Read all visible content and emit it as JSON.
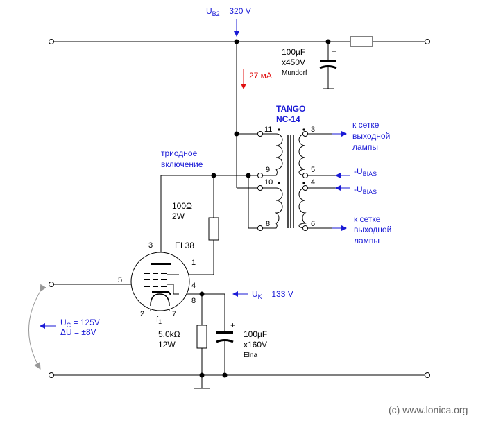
{
  "supply": {
    "voltage_label": "U",
    "voltage_sub": "B2",
    "voltage_value": "= 320 V"
  },
  "current": {
    "label": "27 мA"
  },
  "cap_top": {
    "value": "100µF",
    "rating": "x450V",
    "brand": "Mundorf",
    "plus": "+"
  },
  "transformer": {
    "name": "TANGO",
    "model": "NC-14",
    "pins": {
      "p11": "11",
      "p9": "9",
      "p10": "10",
      "p8": "8",
      "p3": "3",
      "p5": "5",
      "p4": "4",
      "p6": "6"
    }
  },
  "outputs": {
    "grid1": [
      "к сетке",
      "выходной",
      "лампы"
    ],
    "grid2": [
      "к сетке",
      "выходной",
      "лампы"
    ],
    "bias1_label": "-U",
    "bias1_sub": "BIAS",
    "bias2_label": "-U",
    "bias2_sub": "BIAS"
  },
  "triode_note": [
    "триодное",
    "включение"
  ],
  "resistor_g2": {
    "value": "100Ω",
    "power": "2W"
  },
  "tube": {
    "name": "EL38",
    "pin3": "3",
    "pin1": "1",
    "pin5": "5",
    "pin4": "4",
    "pin8": "8",
    "pin2": "2",
    "pin7": "7",
    "filament": "f",
    "filament_sub": "1"
  },
  "cathode": {
    "voltage_label": "U",
    "voltage_sub": "K",
    "voltage_value": "= 133 V"
  },
  "resistor_k": {
    "value": "5.0kΩ",
    "power": "12W"
  },
  "cap_k": {
    "value": "100µF",
    "rating": "x160V",
    "brand": "Elna",
    "plus": "+"
  },
  "input": {
    "uc_label": "U",
    "uc_sub": "C",
    "uc_value": "= 125V",
    "du_value": "ΔU = ±8V"
  },
  "copyright": "(c) www.lonica.org",
  "colors": {
    "wire": "#000000",
    "label_blue": "#1a1ad6",
    "current_red": "#e01010",
    "arc_gray": "#999999"
  }
}
